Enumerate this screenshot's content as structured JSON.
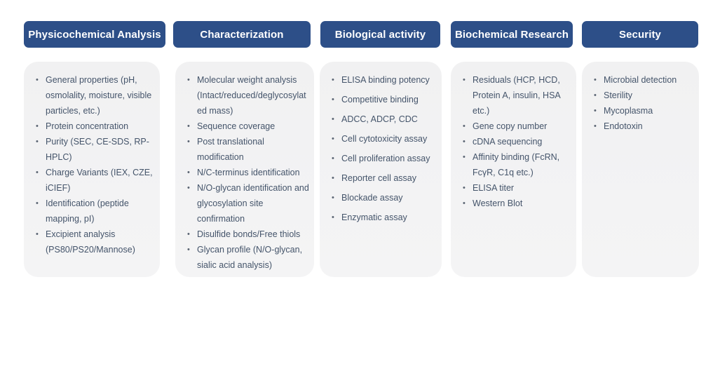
{
  "colors": {
    "header_background": "#2d4f88",
    "header_text": "#ffffff",
    "body_background": "#f2f2f3",
    "body_text": "#44546a"
  },
  "columns": [
    {
      "title": "Physicochemical Analysis",
      "items": [
        "General properties (pH, osmolality, moisture, visible particles, etc.)",
        "Protein concentration",
        "Purity (SEC,  CE-SDS, RP-HPLC)",
        "Charge Variants (IEX, CZE, iCIEF)",
        "Identification (peptide mapping, pI)",
        "Excipient analysis (PS80/PS20/Mannose)"
      ]
    },
    {
      "title": "Characterization",
      "items": [
        "Molecular weight analysis (Intact/reduced/deglycosylated mass)",
        "Sequence coverage",
        "Post translational modification",
        "N/C-terminus identification",
        "N/O-glycan identification and glycosylation site confirmation",
        "Disulfide bonds/Free thiols",
        "Glycan profile (N/O-glycan, sialic acid analysis)"
      ]
    },
    {
      "title": "Biological activity",
      "items": [
        "ELISA binding potency",
        "Competitive binding",
        "ADCC, ADCP, CDC",
        "Cell cytotoxicity assay",
        "Cell proliferation assay",
        "Reporter cell assay",
        "Blockade assay",
        "Enzymatic assay"
      ]
    },
    {
      "title": "Biochemical Research",
      "items": [
        "Residuals (HCP, HCD, Protein A, insulin, HSA etc.)",
        "Gene copy number",
        "cDNA sequencing",
        "Affinity binding (FcRN, FcγR, C1q etc.)",
        "ELISA titer",
        "Western Blot"
      ]
    },
    {
      "title": "Security",
      "items": [
        "Microbial detection",
        "Sterility",
        "Mycoplasma",
        "Endotoxin"
      ]
    }
  ]
}
